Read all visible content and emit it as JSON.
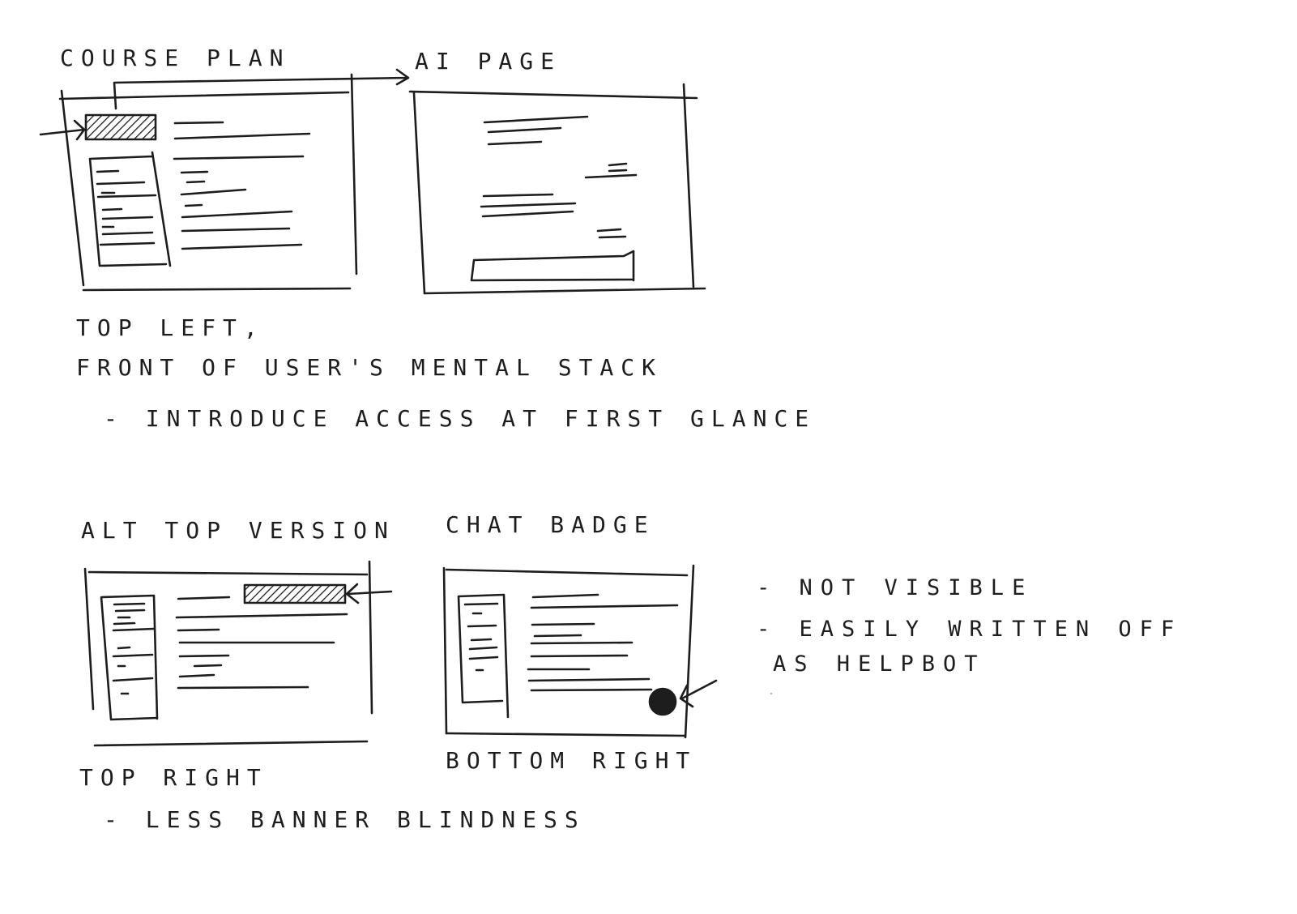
{
  "sketches": {
    "course_plan": {
      "title": "COURSE PLAN"
    },
    "ai_page": {
      "title": "AI PAGE"
    },
    "alt_top_version": {
      "title": "ALT TOP VERSION"
    },
    "chat_badge": {
      "title": "CHAT BADGE",
      "caption": "BOTTOM RIGHT"
    }
  },
  "notes": {
    "top_left": {
      "heading": "TOP LEFT,",
      "line2": "FRONT OF USER'S MENTAL STACK",
      "bullet": "- INTRODUCE ACCESS AT FIRST GLANCE"
    },
    "top_right": {
      "heading": "TOP RIGHT",
      "bullet": "- LESS BANNER BLINDNESS"
    },
    "chat_badge_notes": {
      "bullet1": "- NOT VISIBLE",
      "bullet2_line1": "- EASILY WRITTEN OFF",
      "bullet2_line2": "AS HELPBOT"
    }
  },
  "colors": {
    "ink": "#1d1d1d",
    "paper": "#ffffff"
  }
}
